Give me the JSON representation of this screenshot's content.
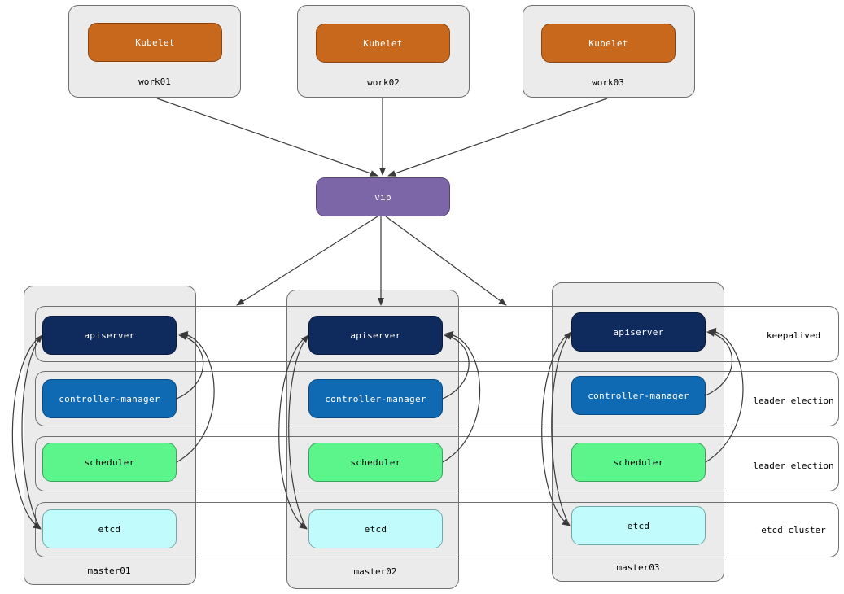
{
  "workers": [
    {
      "name": "work01",
      "component": "Kubelet"
    },
    {
      "name": "work02",
      "component": "Kubelet"
    },
    {
      "name": "work03",
      "component": "Kubelet"
    }
  ],
  "vip": {
    "label": "vip"
  },
  "masters": [
    {
      "name": "master01",
      "apiserver": "apiserver",
      "controller_manager": "controller-manager",
      "scheduler": "scheduler",
      "etcd": "etcd"
    },
    {
      "name": "master02",
      "apiserver": "apiserver",
      "controller_manager": "controller-manager",
      "scheduler": "scheduler",
      "etcd": "etcd"
    },
    {
      "name": "master03",
      "apiserver": "apiserver",
      "controller_manager": "controller-manager",
      "scheduler": "scheduler",
      "etcd": "etcd"
    }
  ],
  "bands": {
    "apiserver": "keepalived",
    "controller_manager": "leader election",
    "scheduler": "leader election",
    "etcd": "etcd cluster"
  },
  "colors": {
    "kubelet": "#c8681c",
    "vip": "#7c66a8",
    "apiserver": "#0f2a5c",
    "controller_manager": "#0f6ab3",
    "scheduler": "#5cf58c",
    "etcd": "#c2fbfb",
    "container": "#ebebeb"
  }
}
